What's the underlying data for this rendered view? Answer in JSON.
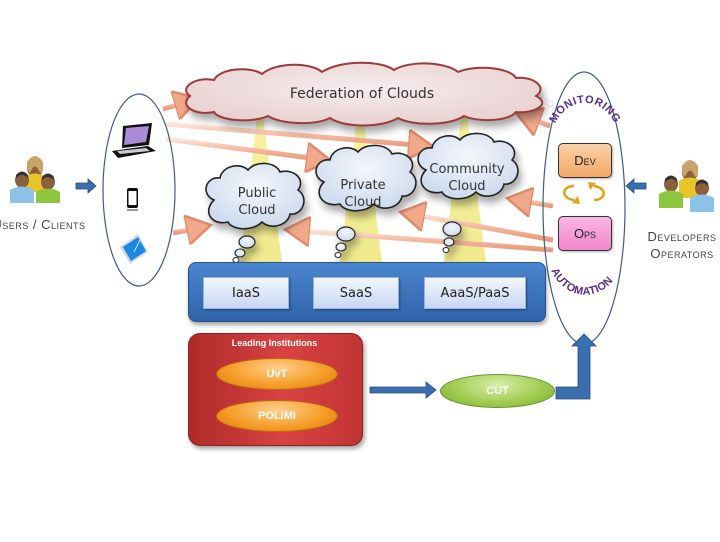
{
  "diagram": {
    "federation": {
      "label": "Federation of Clouds"
    },
    "clouds": [
      {
        "id": "public",
        "line1": "Public",
        "line2": "Cloud"
      },
      {
        "id": "private",
        "line1": "Private",
        "line2": "Cloud"
      },
      {
        "id": "community",
        "line1": "Community",
        "line2": "Cloud"
      }
    ],
    "services": [
      {
        "label": "IaaS"
      },
      {
        "label": "SaaS"
      },
      {
        "label": "AaaS/PaaS"
      }
    ],
    "institutions": {
      "title": "Leading Institutions",
      "members": [
        {
          "label": "UvT"
        },
        {
          "label": "POLIMI"
        }
      ]
    },
    "cut": {
      "label": "CUT"
    },
    "devops": {
      "dev_label": "Dev",
      "ops_label": "Ops",
      "top_arc_label": "MONITORING",
      "bottom_arc_label": "AUTOMATION"
    },
    "users": {
      "label": "Users / Clients"
    },
    "developers": {
      "line1": "Developers",
      "line2": "Operators"
    },
    "devices": [
      {
        "icon": "laptop-icon"
      },
      {
        "icon": "smartphone-icon"
      },
      {
        "icon": "tablet-icon"
      }
    ],
    "colors": {
      "federation_fill": "#efdcdc",
      "federation_stroke": "#9b3a3a",
      "cloud_fill": "#dbe5f3",
      "service_panel": "#3a72bd",
      "institution_panel": "#c83636",
      "pill_orange": "#f59a24",
      "pill_green": "#9cca4c",
      "dev_box": "#f9c28c",
      "ops_box": "#f49ad6",
      "arc_text": "#5b2d8a",
      "flow_arrow": "#3b6eaf",
      "link_arrow": "#f6b9a0"
    }
  }
}
